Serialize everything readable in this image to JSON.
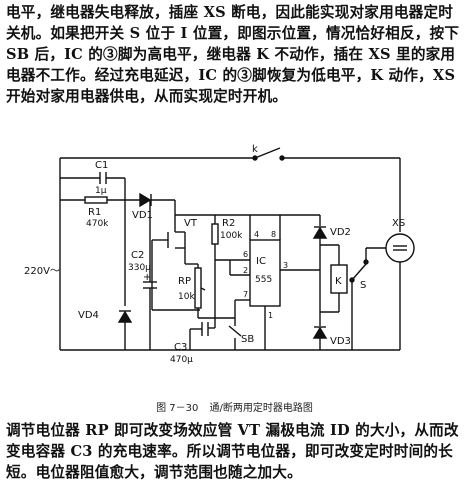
{
  "text": {
    "top_paragraph": "电平，继电器失电释放，插座 XS 断电，因此能实现对家用电器定时关机。如果把开关 S 位于 I 位置，即图示位置，情况恰好相反，按下 SB 后，IC 的③脚为高电平，继电器 K 不动作，插在 XS 里的家用电器不工作。经过充电延迟，IC 的③脚恢复为低电平，K 动作，XS 开始对家用电器供电，从而实现定时开机。",
    "bottom_paragraph": "调节电位器 RP 即可改变场效应管 VT 漏极电流 ID 的大小，从而改变电容器 C3 的充电速率。所以调节电位器，即可改变定时时间的长短。电位器阻值愈大，调节范围也随之加大。"
  },
  "figure": {
    "caption_number": "图 7－30",
    "caption_title": "通/断两用定时器电路图",
    "labels": {
      "k_switch": "k",
      "c1": "C1",
      "c1_val": "1μ",
      "r1": "R1",
      "r1_val": "470k",
      "vd1": "VD1",
      "vt": "VT",
      "r2": "R2",
      "r2_val": "100k",
      "c2": "C2",
      "c2_val": "330μ",
      "plus": "+",
      "rp": "RP",
      "rp_val": "10k",
      "ac": "220V～",
      "vd4": "VD4",
      "c3": "C3",
      "c3_val": "470μ",
      "sb": "SB",
      "ic": "IC",
      "ic_val": "555",
      "pin4": "4",
      "pin8": "8",
      "pin6": "6",
      "pin2": "2",
      "pin7": "7",
      "pin3": "3",
      "pin1": "1",
      "vd2": "VD2",
      "vd3": "VD3",
      "relay_k": "K",
      "s": "S",
      "xs": "XS"
    }
  }
}
